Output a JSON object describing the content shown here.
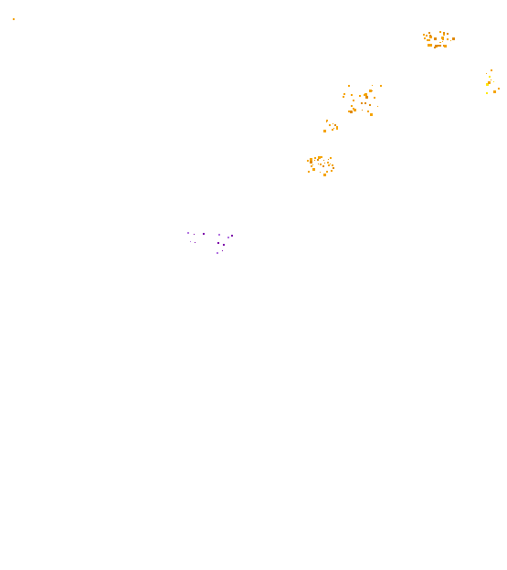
{
  "palette": {
    "background": "#ffffff",
    "orange": "#f5a300",
    "orange_dark": "#e08a00",
    "yellow": "#ffe800",
    "purple": "#7a00a8",
    "violet": "#b070e0"
  },
  "clusters": [
    {
      "name": "top-left-speck",
      "color": "orange"
    },
    {
      "name": "top-right-cluster",
      "color": "orange"
    },
    {
      "name": "right-edge-cluster",
      "color": "yellow"
    },
    {
      "name": "mid-right-cluster",
      "color": "orange"
    },
    {
      "name": "center-right-cluster",
      "color": "orange"
    },
    {
      "name": "lower-right-cluster",
      "color": "orange"
    },
    {
      "name": "center-left-cluster",
      "color": "purple"
    }
  ]
}
